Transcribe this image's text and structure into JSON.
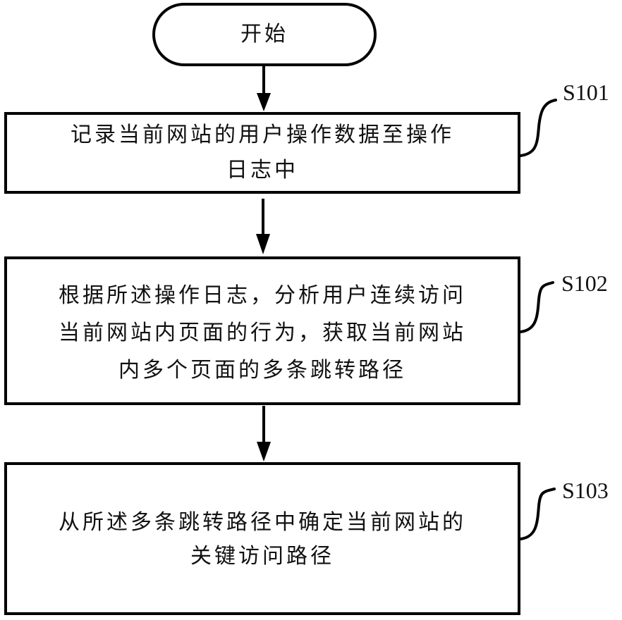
{
  "diagram": {
    "type": "flowchart",
    "start": {
      "label": "开始"
    },
    "steps": [
      {
        "id": "S101",
        "lines": [
          "记录当前网站的用户操作数据至操作",
          "日志中"
        ]
      },
      {
        "id": "S102",
        "lines": [
          "根据所述操作日志，分析用户连续访问",
          "当前网站内页面的行为，获取当前网站",
          "内多个页面的多条跳转路径"
        ]
      },
      {
        "id": "S103",
        "lines": [
          "从所述多条跳转路径中确定当前网站的",
          "关键访问路径"
        ]
      }
    ],
    "edges": [
      {
        "from": "start",
        "to": "S101"
      },
      {
        "from": "S101",
        "to": "S102"
      },
      {
        "from": "S102",
        "to": "S103"
      }
    ],
    "colors": {
      "stroke": "#000000",
      "background": "#ffffff",
      "text": "#111111"
    }
  }
}
